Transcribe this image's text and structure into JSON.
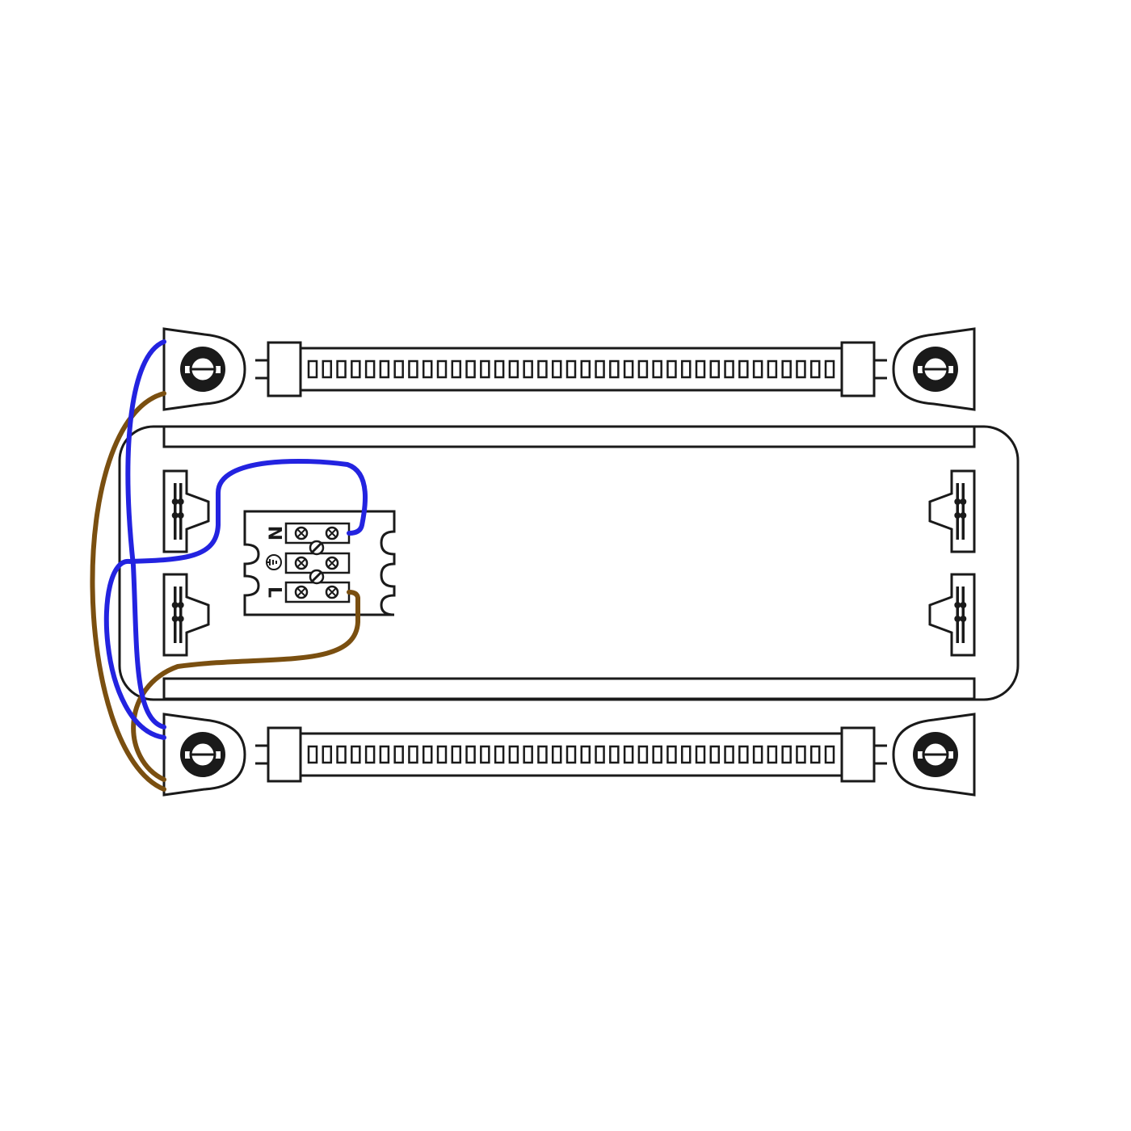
{
  "terminal_block": {
    "neutral_label": "N",
    "earth_symbol": "earth-icon",
    "live_label": "L"
  },
  "wire_colors": {
    "neutral": "#2323e0",
    "live": "#7a4f10"
  },
  "tube_segment_count": 37
}
